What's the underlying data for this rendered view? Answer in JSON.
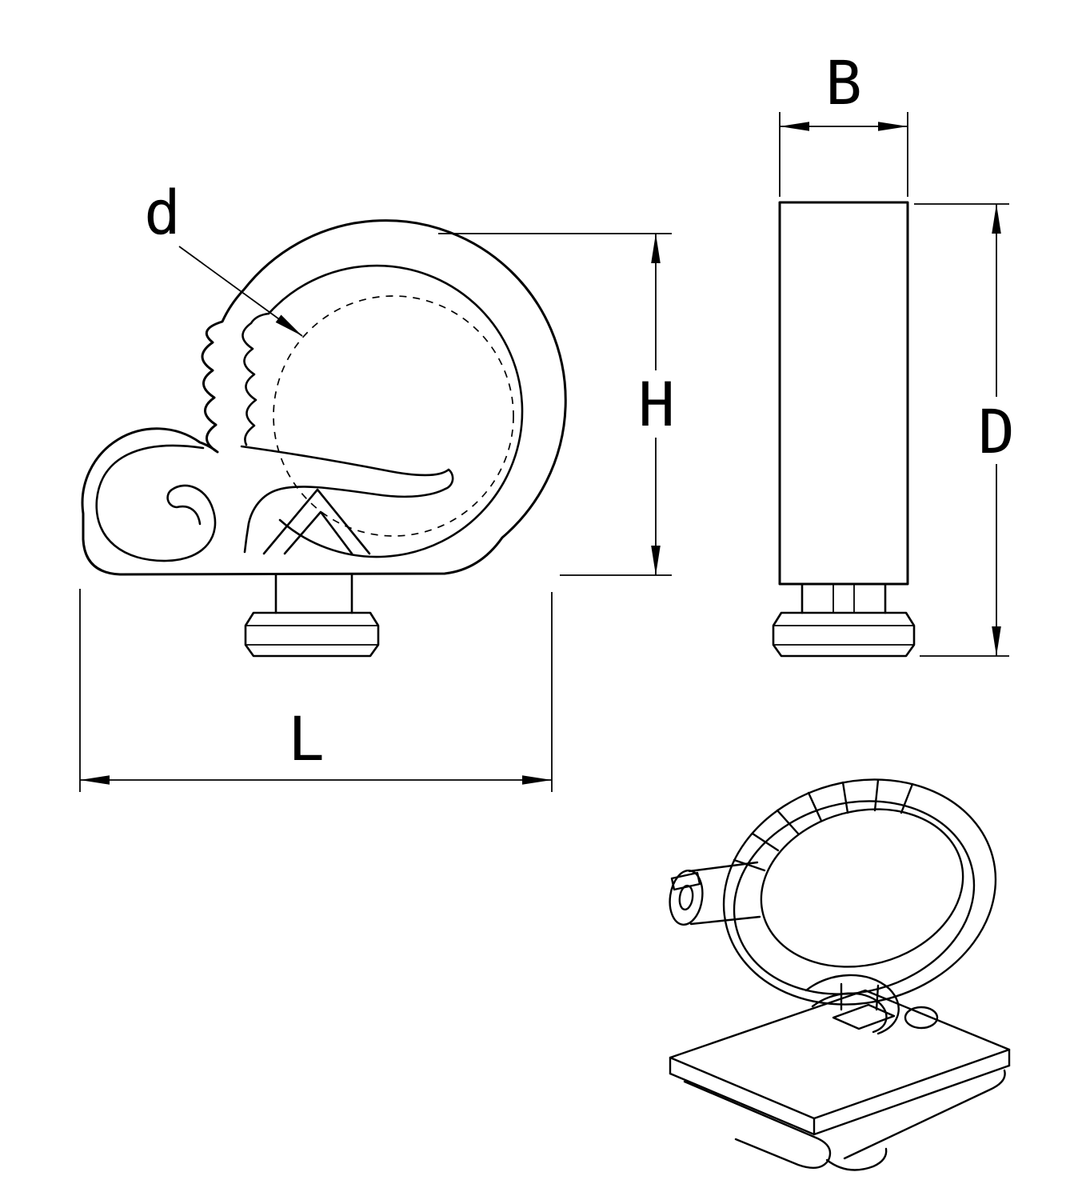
{
  "drawing": {
    "labels": {
      "cable_diameter": "d",
      "height": "H",
      "length": "L",
      "width": "B",
      "depth": "D"
    },
    "line_color": "#000000",
    "background_color": "#ffffff"
  }
}
